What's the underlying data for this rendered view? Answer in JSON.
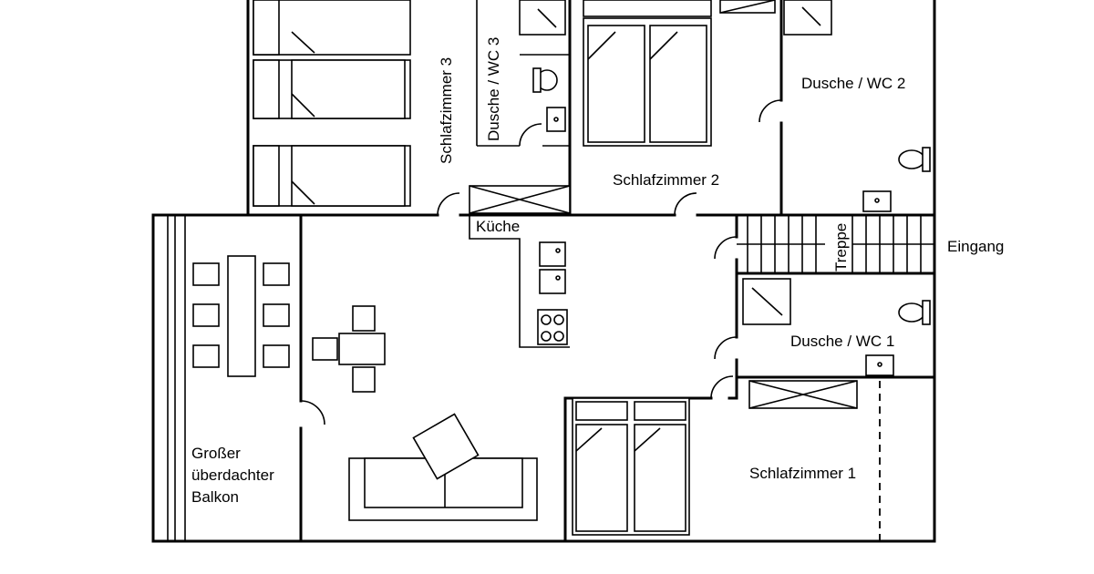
{
  "labels": {
    "schlafzimmer3": "Schlafzimmer 3",
    "dusche_wc3": "Dusche / WC 3",
    "dusche_wc2": "Dusche / WC 2",
    "schlafzimmer2": "Schlafzimmer 2",
    "kueche": "Küche",
    "treppe": "Treppe",
    "eingang": "Eingang",
    "dusche_wc1": "Dusche / WC 1",
    "schlafzimmer1": "Schlafzimmer 1",
    "balkon_line1": "Großer",
    "balkon_line2": "überdachter",
    "balkon_line3": "Balkon"
  },
  "colors": {
    "line": "#000000",
    "background": "#ffffff"
  }
}
